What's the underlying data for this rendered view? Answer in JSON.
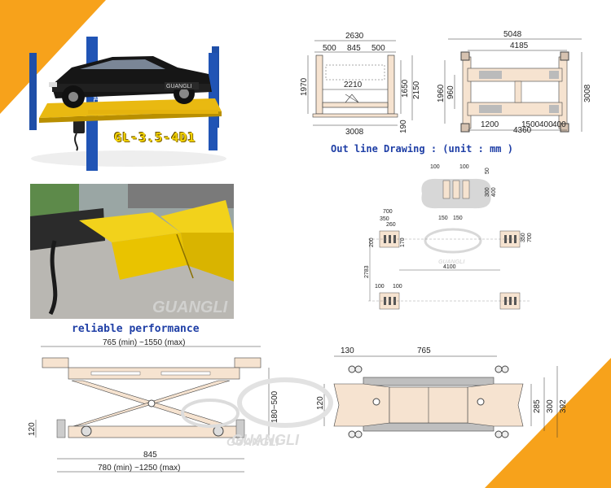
{
  "product": {
    "model_label": "GL-3.5-4D1",
    "post_brand": "GUANGLI",
    "platform_brand": "GUANGLI"
  },
  "watermark": {
    "brand": "GUANGLI"
  },
  "outline": {
    "caption": "Out line Drawing : (unit : mm )",
    "front_view": {
      "overall_width": "2630",
      "d500a": "500",
      "d845": "845",
      "d500b": "500",
      "inner_width": "2210",
      "height_left": "1970",
      "height_right": "2150",
      "height_inner": "1650",
      "base_width": "3008",
      "base_height": "190"
    },
    "top_view": {
      "overall_length": "5048",
      "inner_length": "4185",
      "left_height": "1960",
      "left_height2": "960",
      "right_height": "3008",
      "d1200": "1200",
      "d1500": "1500",
      "d400a": "400",
      "d400b": "400",
      "d4360": "4360"
    }
  },
  "pads": {
    "top": {
      "d100a": "100",
      "d100b": "100",
      "d50": "50",
      "d300": "300",
      "d400": "400",
      "d150a": "150",
      "d150b": "150"
    },
    "layout": {
      "d700": "700",
      "d350": "350",
      "d260": "260",
      "d200": "200",
      "d170": "170",
      "d350r": "350",
      "d700r": "700",
      "d2783": "2783",
      "d4100": "4100",
      "d100c": "100",
      "d100d": "100"
    }
  },
  "photo_caption": "reliable performance",
  "jack_side": {
    "top_span": "765 (min) ~1550 (max)",
    "height": "180~500",
    "left_height": "120",
    "base_length": "845",
    "bottom_span": "780 (min) ~1250 (max)"
  },
  "jack_top": {
    "d130": "130",
    "d765": "765",
    "d120": "120",
    "d285": "285",
    "d300": "300",
    "d392": "392"
  }
}
